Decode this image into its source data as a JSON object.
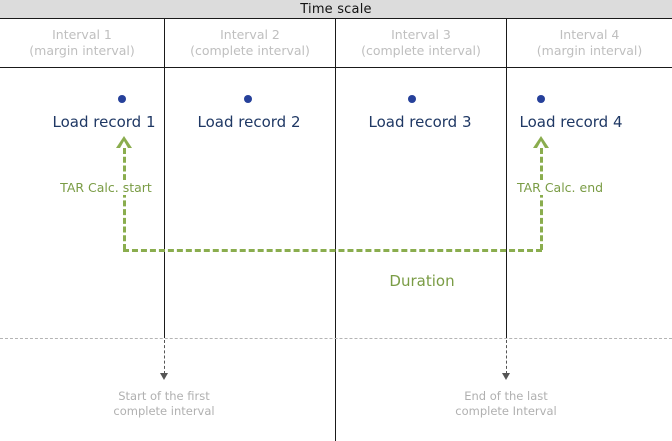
{
  "diagram": {
    "title": "Time scale",
    "intervals": [
      {
        "name": "Interval  1",
        "kind": "(margin interval)"
      },
      {
        "name": "Interval  2",
        "kind": "(complete interval)"
      },
      {
        "name": "Interval  3",
        "kind": "(complete interval)"
      },
      {
        "name": "Interval  4",
        "kind": "(margin interval)"
      }
    ],
    "load_records": [
      {
        "label": "Load record 1"
      },
      {
        "label": "Load record 2"
      },
      {
        "label": "Load record 3"
      },
      {
        "label": "Load record 4"
      }
    ],
    "annotations": {
      "tar_start": "TAR Calc. start",
      "tar_end": "TAR Calc. end",
      "duration": "Duration",
      "first_complete": "Start of the first",
      "first_complete_2": "complete interval",
      "last_complete": "End of the last",
      "last_complete_2": "complete Interval"
    },
    "colors": {
      "title_band": "#dcdcdc",
      "interval_text": "#bfbfbf",
      "record_text": "#1f3864",
      "record_dot": "#26409a",
      "accent_green": "#8aad4e",
      "green_text": "#7a9c45",
      "callout_text": "#b0b0b0",
      "grid_line": "#1a1a1a"
    }
  }
}
